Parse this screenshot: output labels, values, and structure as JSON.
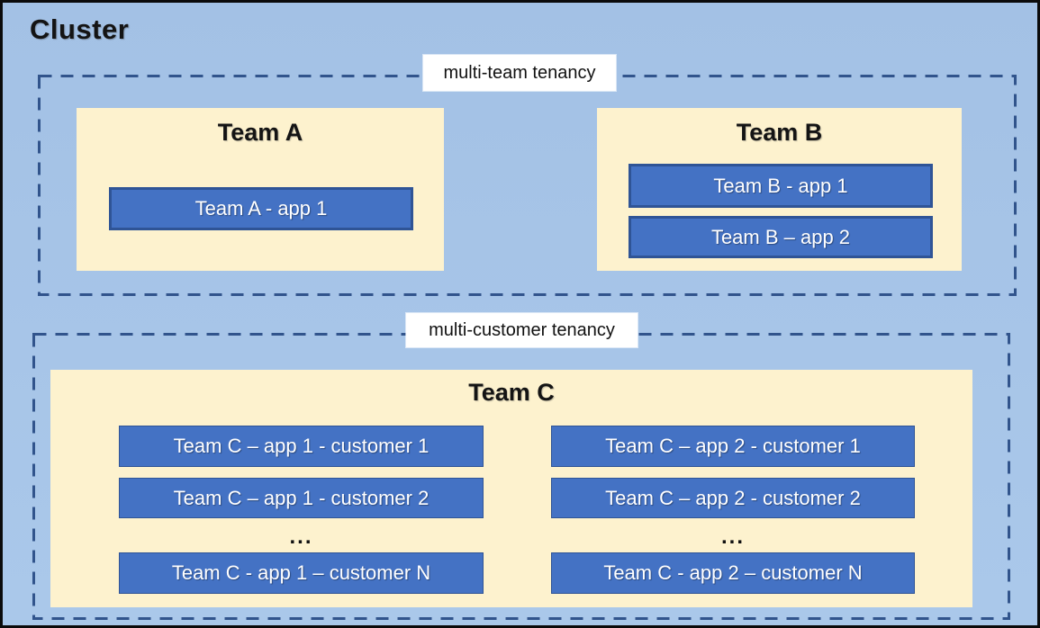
{
  "colors": {
    "canvas_background": "#a7c5e8",
    "canvas_border": "#0b0b0b",
    "dashed_boundary": "#31548c",
    "team_box_fill": "#fdf2ce",
    "app_box_fill": "#4472c4",
    "app_box_border": "#2f5496",
    "zone_label_background": "#ffffff",
    "text_dark": "#141414",
    "text_light": "#ffffff"
  },
  "cluster": {
    "title": "Cluster",
    "zones": [
      {
        "label": "multi-team tenancy",
        "teams": [
          {
            "name": "Team A",
            "apps": [
              "Team A - app 1"
            ]
          },
          {
            "name": "Team B",
            "apps": [
              "Team B - app 1",
              "Team B – app 2"
            ]
          }
        ]
      },
      {
        "label": "multi-customer tenancy",
        "teams": [
          {
            "name": "Team C",
            "columns": [
              {
                "apps": [
                  "Team C – app 1 - customer 1",
                  "Team C – app 1 - customer 2"
                ],
                "ellipsis": "...",
                "apps_n": "Team C - app 1 – customer N"
              },
              {
                "apps": [
                  "Team C – app 2 - customer 1",
                  "Team C – app 2 - customer 2"
                ],
                "ellipsis": "...",
                "apps_n": "Team C - app 2 – customer N"
              }
            ]
          }
        ]
      }
    ]
  }
}
